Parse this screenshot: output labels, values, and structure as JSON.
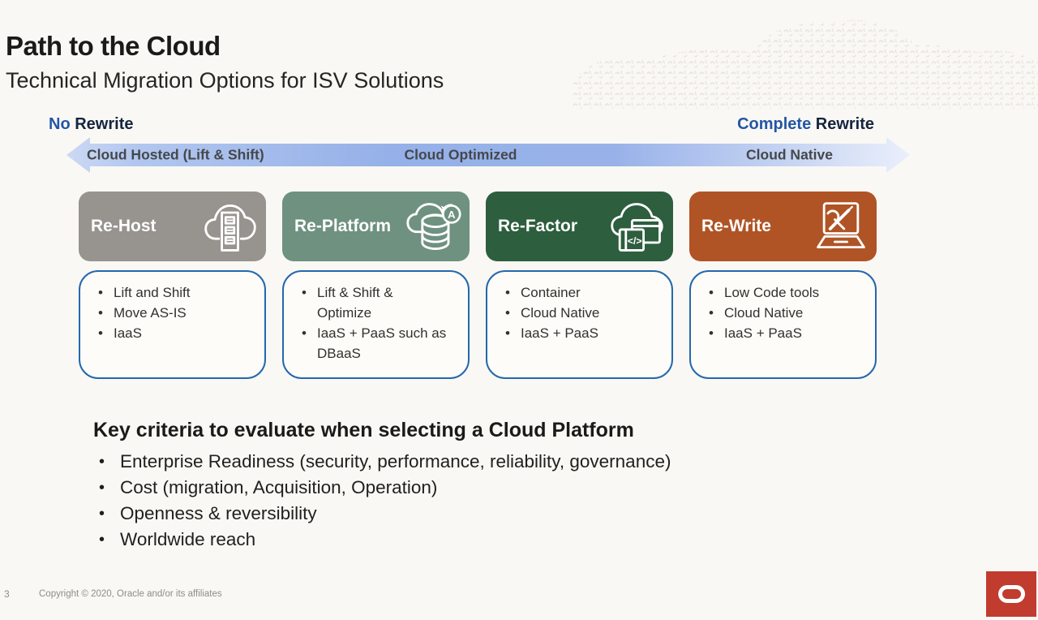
{
  "slide": {
    "title": "Path to the Cloud",
    "subtitle": "Technical Migration Options for ISV Solutions",
    "spectrum": {
      "left_label": {
        "accent": "No",
        "rest": "Rewrite"
      },
      "right_label": {
        "accent": "Complete",
        "rest": "Rewrite"
      },
      "arrow_labels": [
        "Cloud Hosted (Lift & Shift)",
        "Cloud Optimized",
        "Cloud Native"
      ]
    },
    "options": [
      {
        "name": "Re-Host",
        "icon": "cloud-server-icon",
        "color": "#97938e",
        "bullets": [
          "Lift and Shift",
          "Move AS-IS",
          "IaaS"
        ]
      },
      {
        "name": "Re-Platform",
        "icon": "cloud-database-refresh-icon",
        "color": "#6f9180",
        "bullets": [
          "Lift & Shift & Optimize",
          "IaaS + PaaS  such as DBaaS"
        ]
      },
      {
        "name": "Re-Factor",
        "icon": "cloud-code-window-icon",
        "color": "#2d5e3e",
        "bullets": [
          "Container",
          "Cloud Native",
          "IaaS + PaaS"
        ]
      },
      {
        "name": "Re-Write",
        "icon": "laptop-tools-icon",
        "color": "#b05426",
        "bullets": [
          "Low Code tools",
          "Cloud Native",
          "IaaS + PaaS"
        ]
      }
    ],
    "criteria": {
      "heading": "Key criteria to evaluate when selecting a Cloud Platform",
      "bullets": [
        "Enterprise Readiness (security, performance, reliability, governance)",
        "Cost (migration, Acquisition, Operation)",
        "Openness & reversibility",
        "Worldwide reach"
      ]
    },
    "footer": {
      "page_number": "3",
      "copyright": "Copyright © 2020, Oracle and/or its affiliates"
    },
    "colors": {
      "background": "#faf8f4",
      "accent_blue": "#2456a6",
      "arrow_label_text": "#45484b",
      "box_border_blue": "#2368ae",
      "logo_red": "#c13b2e"
    }
  }
}
